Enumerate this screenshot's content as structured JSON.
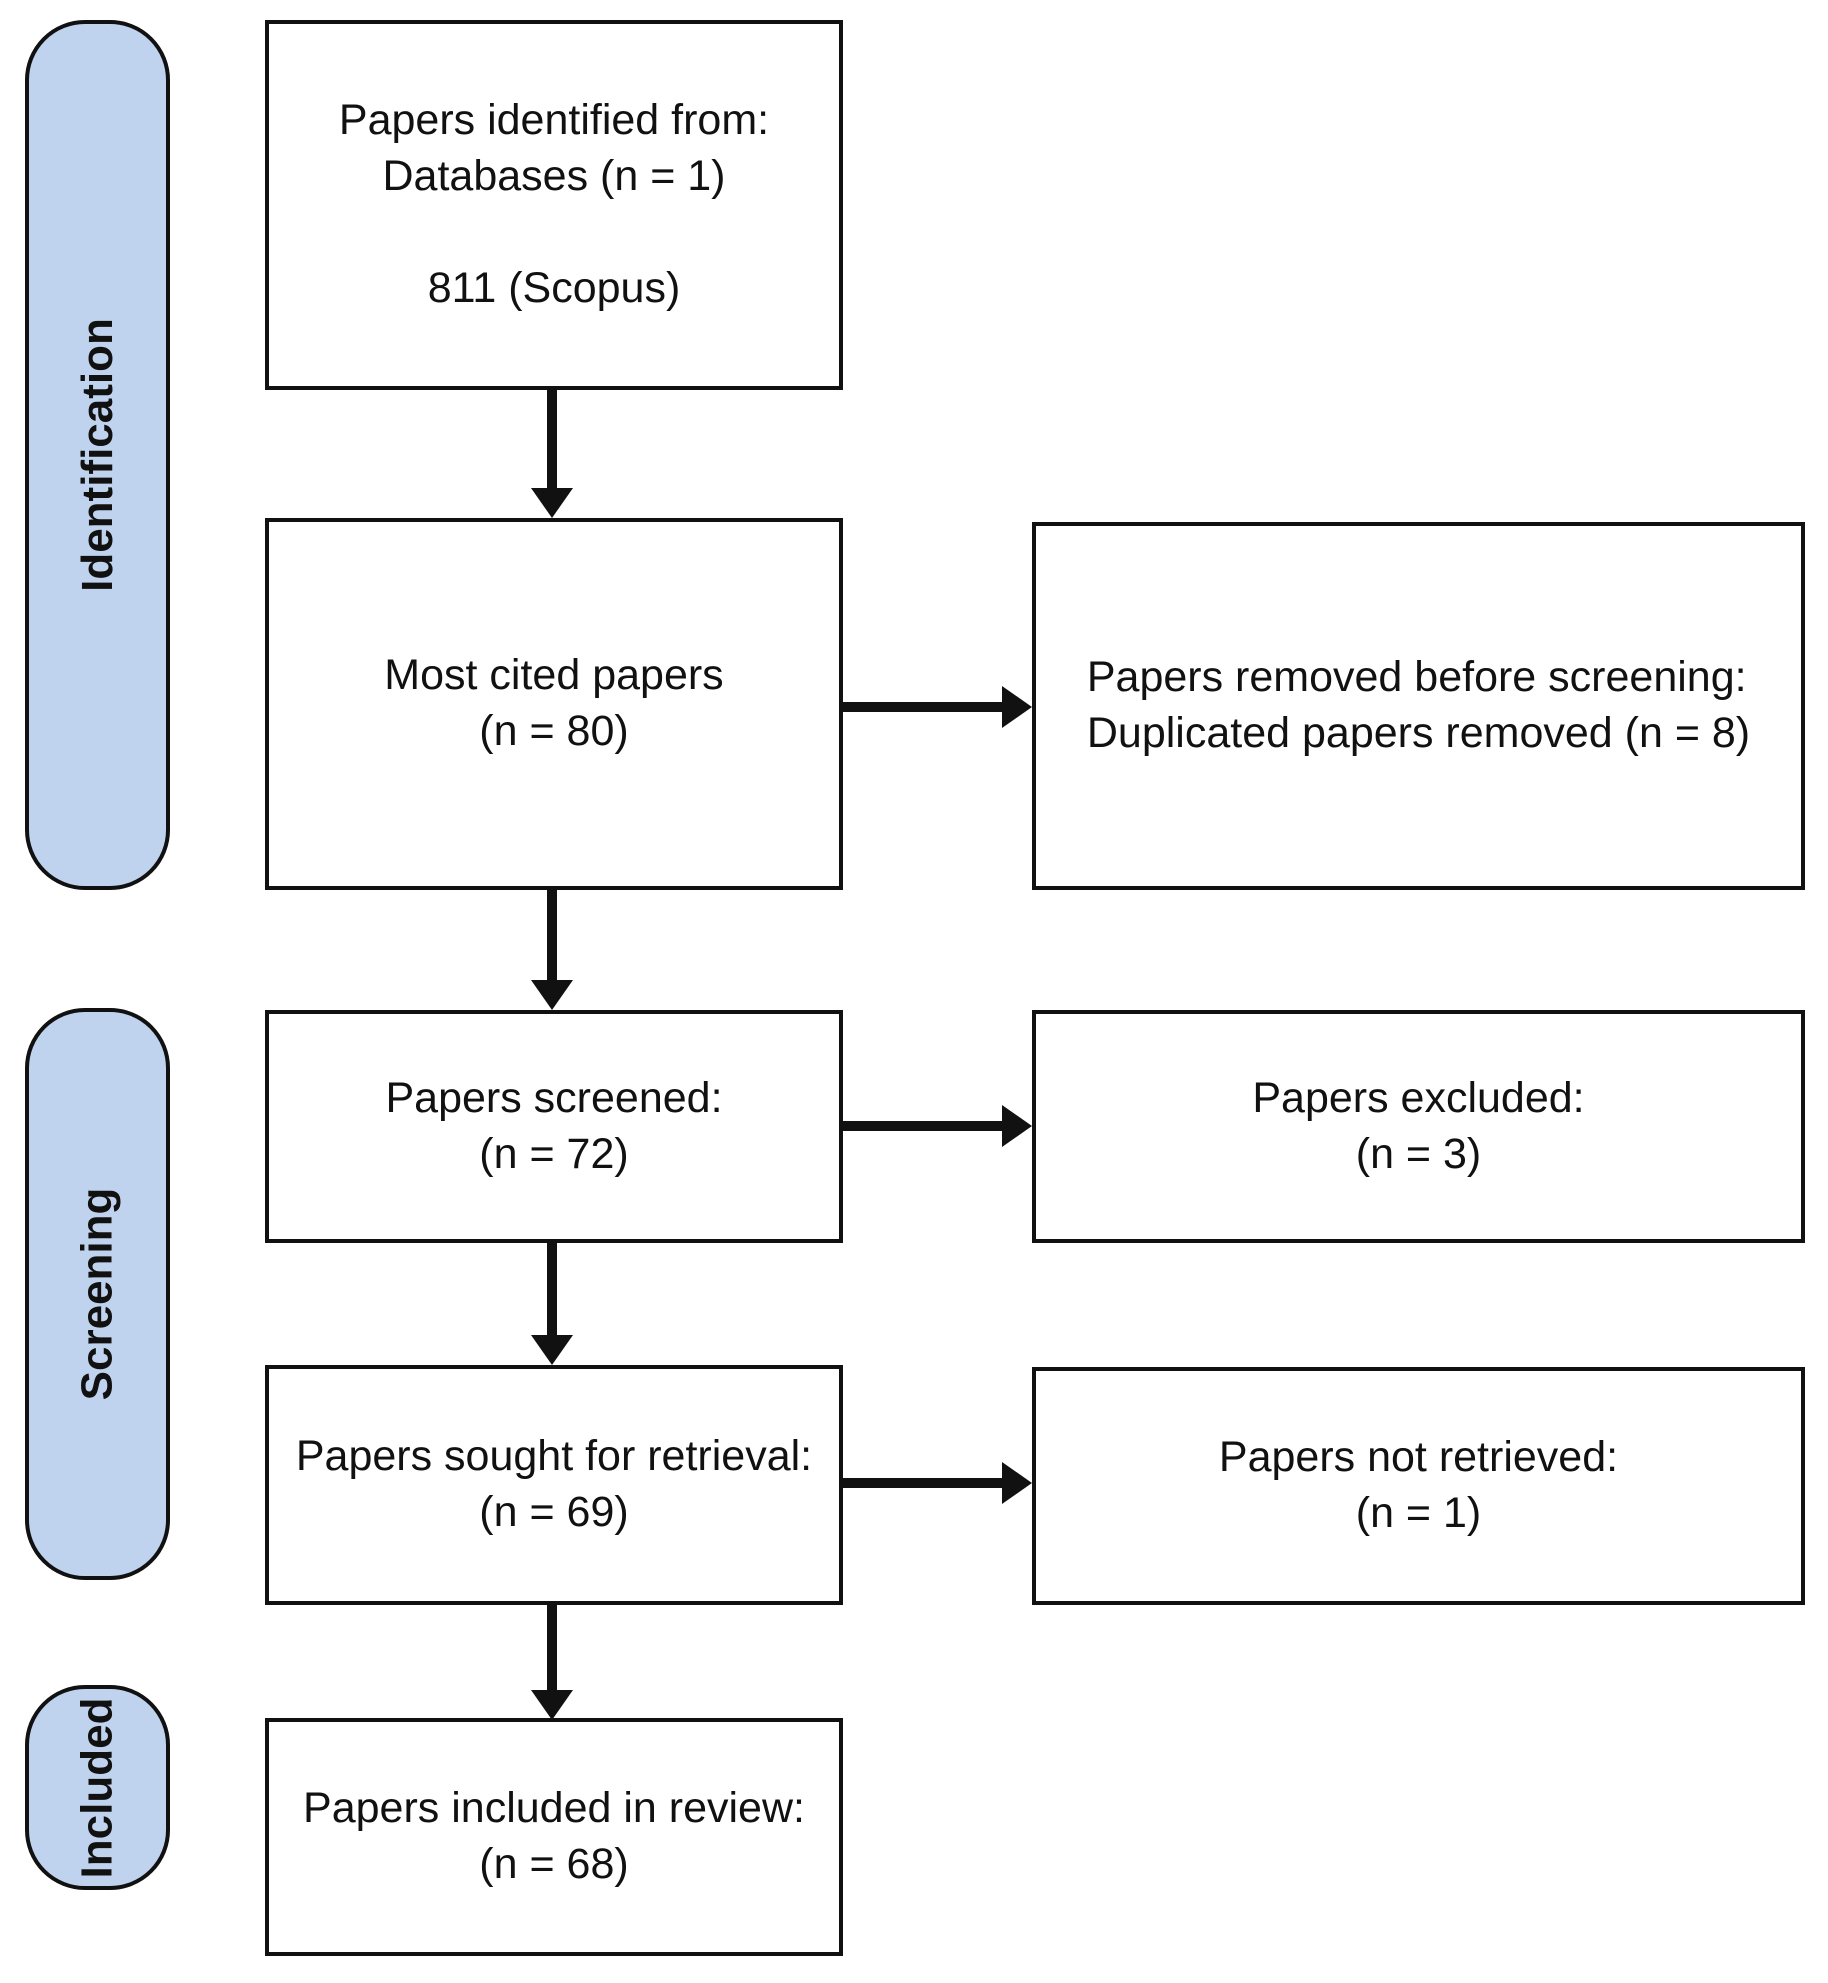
{
  "diagram": {
    "type": "prisma-flow-diagram",
    "title": "",
    "accent_color": "#c0d3ee",
    "line_color": "#111111",
    "background_color": "#ffffff"
  },
  "stages": [
    {
      "id": "identification",
      "label": "Identification"
    },
    {
      "id": "screening",
      "label": "Screening"
    },
    {
      "id": "included",
      "label": "Included"
    }
  ],
  "boxes": {
    "identified": {
      "id": "papers-identified",
      "line1": "Papers identified from:",
      "line2": "Databases (n = 1)",
      "line3": "811 (Scopus)",
      "text": "Papers identified from:\nDatabases (n = 1)\n\n811 (Scopus)",
      "count_databases": 1,
      "count_records": 811,
      "source": "Scopus"
    },
    "most_cited": {
      "id": "most-cited-papers",
      "line1": "Most cited papers",
      "line2": "(n = 80)",
      "text": "Most cited papers\n(n = 80)",
      "count": 80
    },
    "removed_before_screening": {
      "id": "papers-removed-before-screening",
      "line1": "Papers removed before screening:",
      "line2": "Duplicated papers removed (n = 8)",
      "text": "Papers removed before screening:\nDuplicated papers removed (n = 8)",
      "count": 8
    },
    "screened": {
      "id": "papers-screened",
      "line1": "Papers screened:",
      "line2": "(n = 72)",
      "text": "Papers screened:\n(n = 72)",
      "count": 72
    },
    "excluded": {
      "id": "papers-excluded",
      "line1": "Papers excluded:",
      "line2": "(n = 3)",
      "text": "Papers excluded:\n(n = 3)",
      "count": 3
    },
    "sought_retrieval": {
      "id": "papers-sought-for-retrieval",
      "line1": "Papers sought for retrieval:",
      "line2": "(n = 69)",
      "text": "Papers sought for retrieval:\n(n = 69)",
      "count": 69
    },
    "not_retrieved": {
      "id": "papers-not-retrieved",
      "line1": "Papers not retrieved:",
      "line2": "(n = 1)",
      "text": "Papers not retrieved:\n(n = 1)",
      "count": 1
    },
    "included_in_review": {
      "id": "papers-included-in-review",
      "line1": "Papers included in review:",
      "line2": "(n = 68)",
      "text": "Papers included in review:\n(n = 68)",
      "count": 68
    }
  },
  "chart_data": {
    "type": "diagram",
    "title": "PRISMA flow diagram",
    "nodes": [
      {
        "id": "identified",
        "stage": "Identification",
        "label": "Papers identified from: Databases (n = 1) / 811 (Scopus)",
        "value": 811
      },
      {
        "id": "most_cited",
        "stage": "Identification",
        "label": "Most cited papers (n = 80)",
        "value": 80
      },
      {
        "id": "removed_before_screening",
        "stage": "Identification",
        "label": "Papers removed before screening: Duplicated papers removed (n = 8)",
        "value": 8
      },
      {
        "id": "screened",
        "stage": "Screening",
        "label": "Papers screened: (n = 72)",
        "value": 72
      },
      {
        "id": "excluded",
        "stage": "Screening",
        "label": "Papers excluded: (n = 3)",
        "value": 3
      },
      {
        "id": "sought_retrieval",
        "stage": "Screening",
        "label": "Papers sought for retrieval: (n = 69)",
        "value": 69
      },
      {
        "id": "not_retrieved",
        "stage": "Screening",
        "label": "Papers not retrieved: (n = 1)",
        "value": 1
      },
      {
        "id": "included_in_review",
        "stage": "Included",
        "label": "Papers included in review: (n = 68)",
        "value": 68
      }
    ],
    "edges": [
      {
        "from": "identified",
        "to": "most_cited",
        "direction": "down"
      },
      {
        "from": "most_cited",
        "to": "removed_before_screening",
        "direction": "right"
      },
      {
        "from": "most_cited",
        "to": "screened",
        "direction": "down"
      },
      {
        "from": "screened",
        "to": "excluded",
        "direction": "right"
      },
      {
        "from": "screened",
        "to": "sought_retrieval",
        "direction": "down"
      },
      {
        "from": "sought_retrieval",
        "to": "not_retrieved",
        "direction": "right"
      },
      {
        "from": "sought_retrieval",
        "to": "included_in_review",
        "direction": "down"
      }
    ]
  }
}
